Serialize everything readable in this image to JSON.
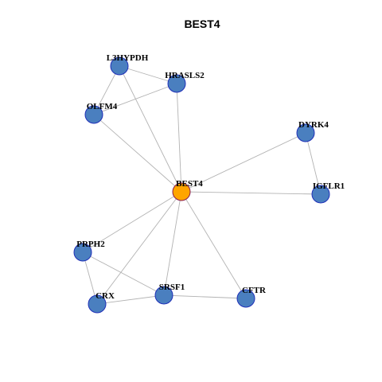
{
  "title": "BEST4",
  "colors": {
    "node_fill": "#4a7fbf",
    "node_stroke": "#1f2fb8",
    "center_fill": "#ffa500",
    "center_stroke": "#8a1d52",
    "edge": "#b3b3b3"
  },
  "nodes": [
    {
      "id": "BEST4",
      "label": "BEST4",
      "center": true
    },
    {
      "id": "L3HYPDH",
      "label": "L3HYPDH"
    },
    {
      "id": "HRASLS2",
      "label": "HRASLS2"
    },
    {
      "id": "OLFM4",
      "label": "OLFM4"
    },
    {
      "id": "DYRK4",
      "label": "DYRK4"
    },
    {
      "id": "IGFLR1",
      "label": "IGFLR1"
    },
    {
      "id": "PRPH2",
      "label": "PRPH2"
    },
    {
      "id": "SRSF1",
      "label": "SRSF1"
    },
    {
      "id": "CRX",
      "label": "CRX"
    },
    {
      "id": "CFTR",
      "label": "CFTR"
    }
  ],
  "edges": [
    [
      "BEST4",
      "L3HYPDH"
    ],
    [
      "BEST4",
      "HRASLS2"
    ],
    [
      "BEST4",
      "OLFM4"
    ],
    [
      "BEST4",
      "DYRK4"
    ],
    [
      "BEST4",
      "IGFLR1"
    ],
    [
      "BEST4",
      "PRPH2"
    ],
    [
      "BEST4",
      "CRX"
    ],
    [
      "BEST4",
      "SRSF1"
    ],
    [
      "BEST4",
      "CFTR"
    ],
    [
      "L3HYPDH",
      "HRASLS2"
    ],
    [
      "L3HYPDH",
      "OLFM4"
    ],
    [
      "HRASLS2",
      "OLFM4"
    ],
    [
      "DYRK4",
      "IGFLR1"
    ],
    [
      "PRPH2",
      "CRX"
    ],
    [
      "PRPH2",
      "SRSF1"
    ],
    [
      "CRX",
      "SRSF1"
    ],
    [
      "SRSF1",
      "CFTR"
    ]
  ]
}
